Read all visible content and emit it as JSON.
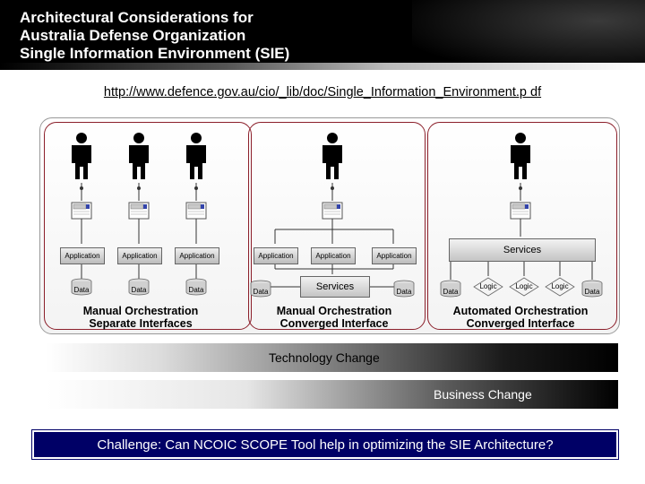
{
  "title": {
    "line1": "Architectural Considerations for",
    "line2": "Australia Defense Organization",
    "line3": "Single Information Environment (SIE)"
  },
  "url": "http://www.defence.gov.au/cio/_lib/doc/Single_Information_Environment.p df",
  "diagram": {
    "labels": {
      "application": "Application",
      "data": "Data",
      "services": "Services",
      "logic": "Logic"
    },
    "panels": [
      {
        "caption_line1": "Manual Orchestration",
        "caption_line2": "Separate Interfaces"
      },
      {
        "caption_line1": "Manual Orchestration",
        "caption_line2": "Converged Interface"
      },
      {
        "caption_line1": "Automated Orchestration",
        "caption_line2": "Converged Interface"
      }
    ]
  },
  "bars": {
    "technology": "Technology Change",
    "business": "Business Change"
  },
  "challenge": "Challenge:  Can NCOIC SCOPE Tool help in optimizing the SIE Architecture?",
  "colors": {
    "panel_border": "#8b1f2a",
    "challenge_bg": "#000066"
  }
}
